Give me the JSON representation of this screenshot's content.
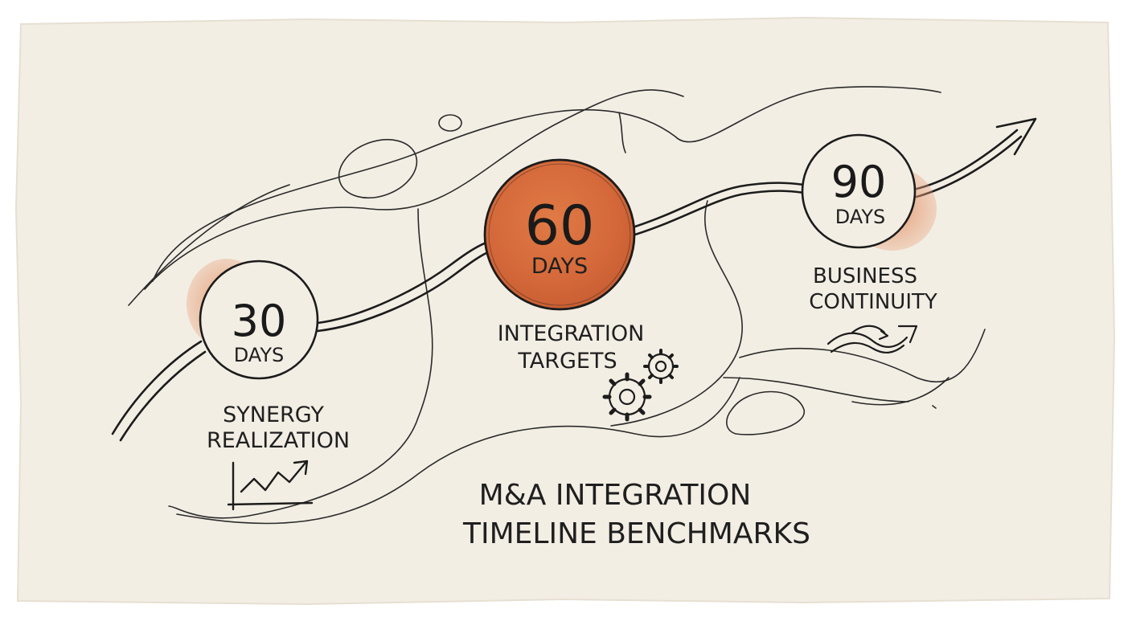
{
  "diagram": {
    "milestones": [
      {
        "number": "30",
        "unit": "DAYS",
        "label_lines": [
          "SYNERGY",
          "REALIZATION"
        ],
        "icon": "rising-chart-icon",
        "highlight": false
      },
      {
        "number": "60",
        "unit": "DAYS",
        "label_lines": [
          "INTEGRATION",
          "TARGETS"
        ],
        "icon": "gears-icon",
        "highlight": true
      },
      {
        "number": "90",
        "unit": "DAYS",
        "label_lines": [
          "BUSINESS",
          "CONTINUITY"
        ],
        "icon": "flow-arrows-icon",
        "highlight": false
      }
    ],
    "title_lines": [
      "M&A INTEGRATION",
      "TIMELINE BENCHMARKS"
    ],
    "colors": {
      "paper": "#f3eee4",
      "ink": "#1f1f1f",
      "accent": "#d9703f",
      "accent_soft": "#e8a27a"
    }
  }
}
